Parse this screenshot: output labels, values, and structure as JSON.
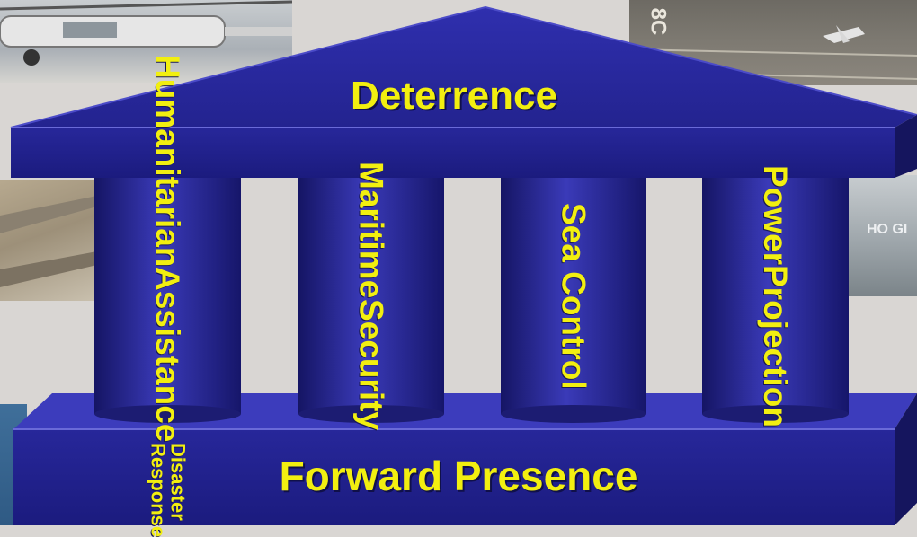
{
  "roof": {
    "label": "Deterrence"
  },
  "base": {
    "label": "Forward Presence"
  },
  "pillars": [
    {
      "lines": [
        "Humanitarian",
        "Assistance"
      ],
      "sub": "Disaster Response"
    },
    {
      "lines": [
        "Maritime",
        "Security"
      ]
    },
    {
      "lines": [
        "Sea Control"
      ]
    },
    {
      "lines": [
        "Power",
        "Projection"
      ]
    }
  ],
  "background": {
    "aircraft_marking": "8C",
    "carrier_marking": "HO GI"
  },
  "colors": {
    "structure_blue": "#23238f",
    "text_yellow": "#f2ef10",
    "background_gray": "#d9d6d3"
  }
}
